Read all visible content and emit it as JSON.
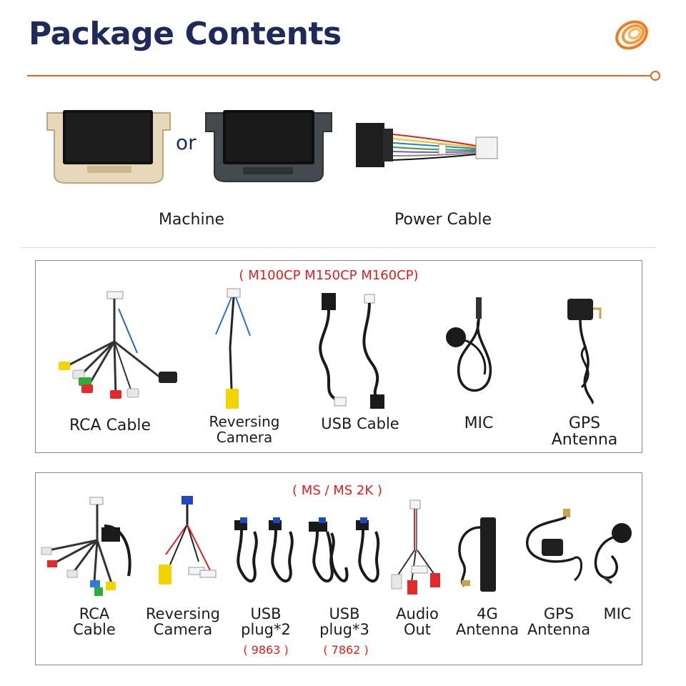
{
  "header": {
    "title": "Package Contents",
    "accent_color": "#e36a1a",
    "title_color": "#1f2a5a",
    "logo_icon": "orange-spiral-logo-icon"
  },
  "top_section": {
    "or_text": "or",
    "machine_label": "Machine",
    "power_cable_label": "Power Cable"
  },
  "panel1": {
    "models": "( M100CP M150CP M160CP)",
    "items": [
      {
        "label": "RCA Cable"
      },
      {
        "label_line1": "Reversing",
        "label_line2": "Camera"
      },
      {
        "label": "USB Cable"
      },
      {
        "label": "MIC"
      },
      {
        "label_line1": "GPS",
        "label_line2": "Antenna"
      }
    ]
  },
  "panel2": {
    "models": "( MS / MS 2K )",
    "items": [
      {
        "label_line1": "RCA",
        "label_line2": "Cable"
      },
      {
        "label_line1": "Reversing",
        "label_line2": "Camera"
      },
      {
        "label_line1": "USB",
        "label_line2": "plug*2",
        "note": "( 9863 )"
      },
      {
        "label_line1": "USB",
        "label_line2": "plug*3",
        "note": "( 7862 )"
      },
      {
        "label_line1": "Audio",
        "label_line2": "Out"
      },
      {
        "label_line1": "4G",
        "label_line2": "Antenna"
      },
      {
        "label_line1": "GPS",
        "label_line2": "Antenna"
      },
      {
        "label": "MIC"
      }
    ]
  }
}
